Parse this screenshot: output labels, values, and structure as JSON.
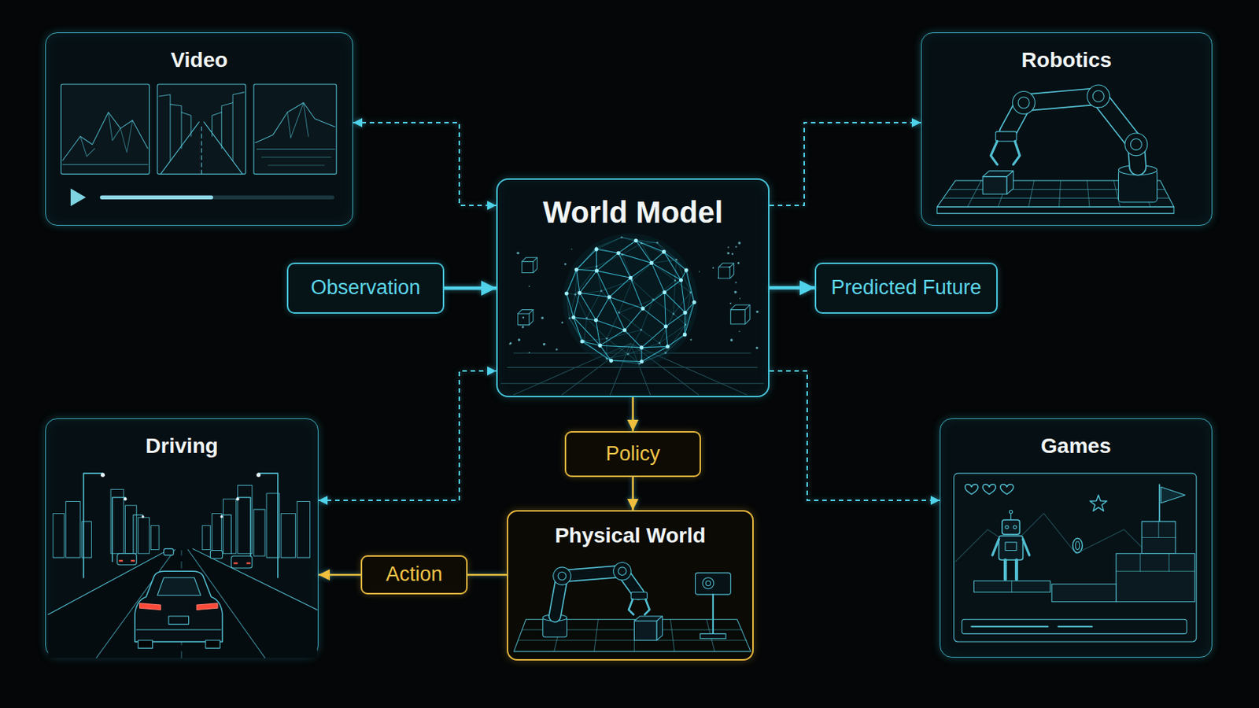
{
  "diagram": {
    "nodes": [
      {
        "text": [
          "Video"
        ]
      },
      {
        "text": [
          "Robotics"
        ]
      },
      {
        "text": [
          "Observation"
        ]
      },
      {
        "text": [
          "World Model"
        ]
      },
      {
        "text": [
          "Predicted Future"
        ]
      },
      {
        "text": [
          "Policy"
        ]
      },
      {
        "text": [
          "Driving"
        ]
      },
      {
        "text": [
          "Games"
        ]
      },
      {
        "text": [
          "Physical World"
        ]
      },
      {
        "text": [
          "Action"
        ]
      }
    ],
    "edges": [
      {
        "from": 0,
        "to": 3,
        "arrow": "both"
      },
      {
        "from": 3,
        "to": 1,
        "arrow": "to"
      },
      {
        "from": 2,
        "to": 3,
        "arrow": "to"
      },
      {
        "from": 3,
        "to": 4,
        "arrow": "to"
      },
      {
        "from": 3,
        "to": 5,
        "arrow": "to"
      },
      {
        "from": 5,
        "to": 8,
        "arrow": "to"
      },
      {
        "from": 8,
        "to": 9,
        "arrow": "none"
      },
      {
        "from": 9,
        "to": 6,
        "arrow": "to"
      },
      {
        "from": 6,
        "to": 3,
        "arrow": "both"
      },
      {
        "from": 3,
        "to": 7,
        "arrow": "to"
      }
    ]
  }
}
